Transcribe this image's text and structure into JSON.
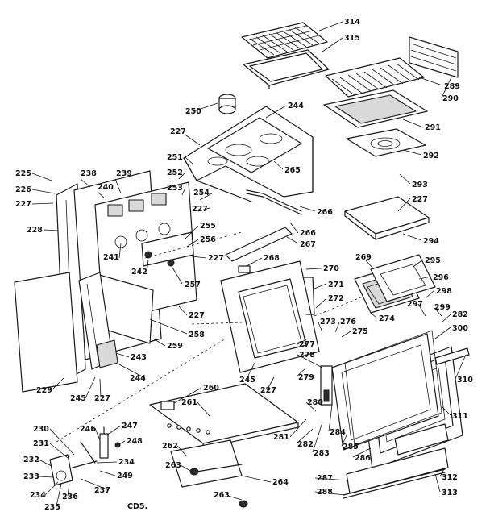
{
  "diagram": {
    "footer_code": "CD5.",
    "parts": [
      {
        "id": "225",
        "label": "225"
      },
      {
        "id": "226",
        "label": "226"
      },
      {
        "id": "227",
        "label": "227"
      },
      {
        "id": "228",
        "label": "228"
      },
      {
        "id": "229",
        "label": "229"
      },
      {
        "id": "230",
        "label": "230"
      },
      {
        "id": "231",
        "label": "231"
      },
      {
        "id": "232",
        "label": "232"
      },
      {
        "id": "233",
        "label": "233"
      },
      {
        "id": "234",
        "label": "234"
      },
      {
        "id": "235",
        "label": "235"
      },
      {
        "id": "236",
        "label": "236"
      },
      {
        "id": "237",
        "label": "237"
      },
      {
        "id": "238",
        "label": "238"
      },
      {
        "id": "239",
        "label": "239"
      },
      {
        "id": "240",
        "label": "240"
      },
      {
        "id": "241",
        "label": "241"
      },
      {
        "id": "242",
        "label": "242"
      },
      {
        "id": "243",
        "label": "243"
      },
      {
        "id": "244",
        "label": "244"
      },
      {
        "id": "245",
        "label": "245"
      },
      {
        "id": "246",
        "label": "246"
      },
      {
        "id": "247",
        "label": "247"
      },
      {
        "id": "248",
        "label": "248"
      },
      {
        "id": "249",
        "label": "249"
      },
      {
        "id": "250",
        "label": "250"
      },
      {
        "id": "251",
        "label": "251"
      },
      {
        "id": "252",
        "label": "252"
      },
      {
        "id": "253",
        "label": "253"
      },
      {
        "id": "254",
        "label": "254"
      },
      {
        "id": "255",
        "label": "255"
      },
      {
        "id": "256",
        "label": "256"
      },
      {
        "id": "257",
        "label": "257"
      },
      {
        "id": "258",
        "label": "258"
      },
      {
        "id": "259",
        "label": "259"
      },
      {
        "id": "260",
        "label": "260"
      },
      {
        "id": "261",
        "label": "261"
      },
      {
        "id": "262",
        "label": "262"
      },
      {
        "id": "263",
        "label": "263"
      },
      {
        "id": "264",
        "label": "264"
      },
      {
        "id": "265",
        "label": "265"
      },
      {
        "id": "266",
        "label": "266"
      },
      {
        "id": "267",
        "label": "267"
      },
      {
        "id": "268",
        "label": "268"
      },
      {
        "id": "269",
        "label": "269"
      },
      {
        "id": "270",
        "label": "270"
      },
      {
        "id": "271",
        "label": "271"
      },
      {
        "id": "272",
        "label": "272"
      },
      {
        "id": "273",
        "label": "273"
      },
      {
        "id": "274",
        "label": "274"
      },
      {
        "id": "275",
        "label": "275"
      },
      {
        "id": "276",
        "label": "276"
      },
      {
        "id": "277",
        "label": "277"
      },
      {
        "id": "278",
        "label": "278"
      },
      {
        "id": "279",
        "label": "279"
      },
      {
        "id": "280",
        "label": "280"
      },
      {
        "id": "281",
        "label": "281"
      },
      {
        "id": "282",
        "label": "282"
      },
      {
        "id": "283",
        "label": "283"
      },
      {
        "id": "284",
        "label": "284"
      },
      {
        "id": "285",
        "label": "285"
      },
      {
        "id": "286",
        "label": "286"
      },
      {
        "id": "287",
        "label": "287"
      },
      {
        "id": "288",
        "label": "288"
      },
      {
        "id": "289",
        "label": "289"
      },
      {
        "id": "290",
        "label": "290"
      },
      {
        "id": "291",
        "label": "291"
      },
      {
        "id": "292",
        "label": "292"
      },
      {
        "id": "293",
        "label": "293"
      },
      {
        "id": "294",
        "label": "294"
      },
      {
        "id": "295",
        "label": "295"
      },
      {
        "id": "296",
        "label": "296"
      },
      {
        "id": "297",
        "label": "297"
      },
      {
        "id": "298",
        "label": "298"
      },
      {
        "id": "299",
        "label": "299"
      },
      {
        "id": "300",
        "label": "300"
      },
      {
        "id": "310",
        "label": "310"
      },
      {
        "id": "311",
        "label": "311"
      },
      {
        "id": "312",
        "label": "312"
      },
      {
        "id": "313",
        "label": "313"
      },
      {
        "id": "314",
        "label": "314"
      },
      {
        "id": "315",
        "label": "315"
      }
    ]
  }
}
